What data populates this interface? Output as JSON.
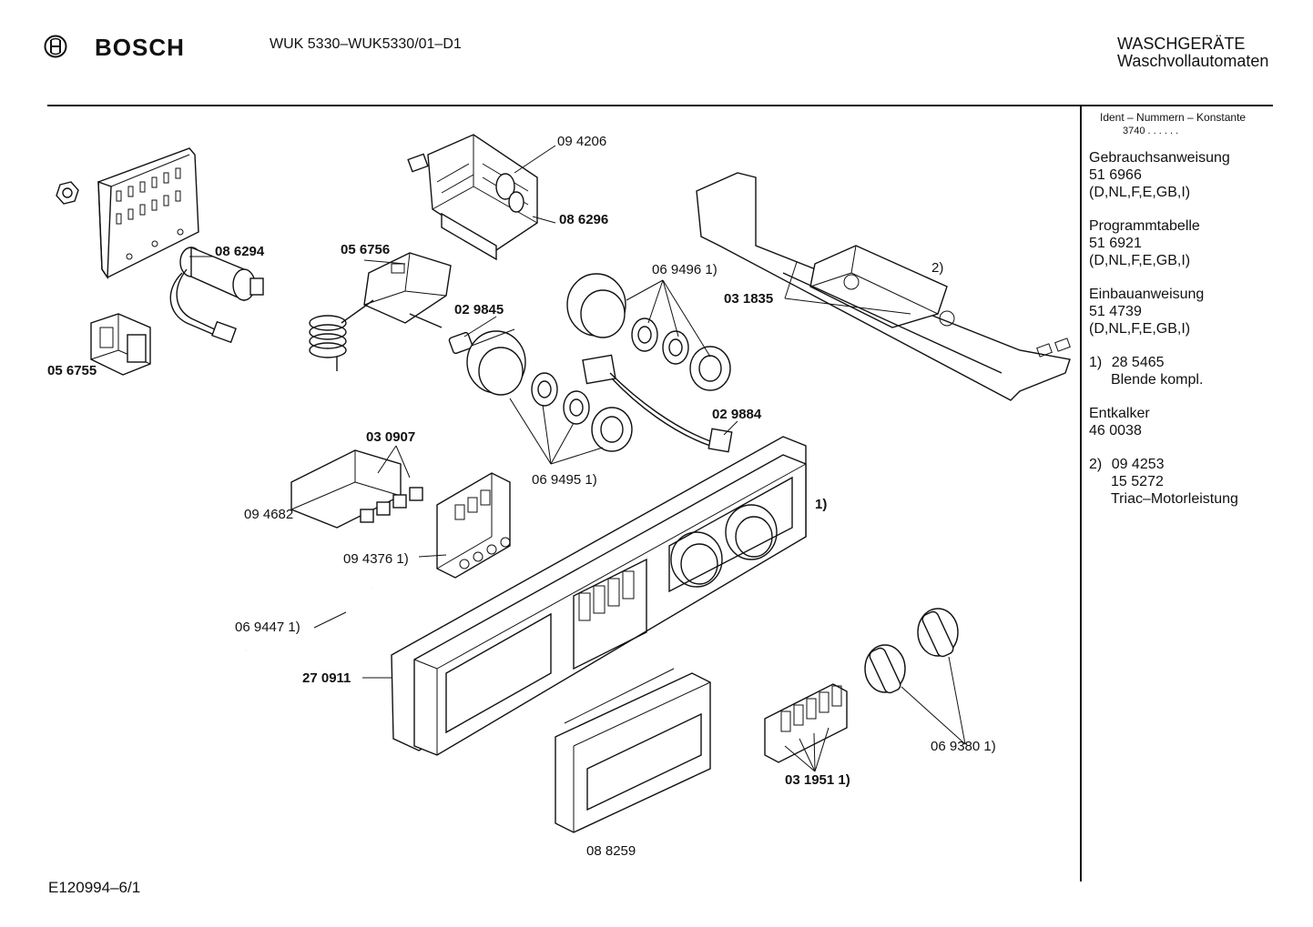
{
  "header": {
    "brand": "BOSCH",
    "model": "WUK 5330–WUK5330/01–D1",
    "category_line1": "WASCHGERÄTE",
    "category_line2": "Waschvollautomaten"
  },
  "sidebar": {
    "ident_title": "Ident – Nummern – Konstante",
    "ident_value": "3740 . . . . . .",
    "blocks": [
      {
        "title": "Gebrauchsanweisung",
        "number": "51 6966",
        "langs": "(D,NL,F,E,GB,I)"
      },
      {
        "title": "Programmtabelle",
        "number": "51 6921",
        "langs": "(D,NL,F,E,GB,I)"
      },
      {
        "title": "Einbauanweisung",
        "number": "51 4739",
        "langs": "(D,NL,F,E,GB,I)"
      }
    ],
    "note1": {
      "marker": "1)",
      "number": "28 5465",
      "text": "Blende kompl."
    },
    "entkalker": {
      "title": "Entkalker",
      "number": "46 0038"
    },
    "note2": {
      "marker": "2)",
      "number1": "09 4253",
      "number2": "15 5272",
      "text": "Triac–Motorleistung"
    }
  },
  "parts": {
    "p094206": "09 4206",
    "p086296": "08 6296",
    "p086294": "08 6294",
    "p056756": "05 6756",
    "p056755": "05 6755",
    "p029845": "02 9845",
    "p069496": "06 9496 1)",
    "p031835": "03 1835",
    "p2": "2)",
    "p029884": "02 9884",
    "p030907": "03 0907",
    "p094682": "09 4682",
    "p069495": "06 9495 1)",
    "p094376": "09 4376 1)",
    "p1": "1)",
    "p069447": "06 9447 1)",
    "p270911": "27 0911",
    "p069380": "06 9380 1)",
    "p031951": "03 1951 1)",
    "p088259": "08 8259"
  },
  "footer": {
    "code": "E120994–6/1"
  }
}
